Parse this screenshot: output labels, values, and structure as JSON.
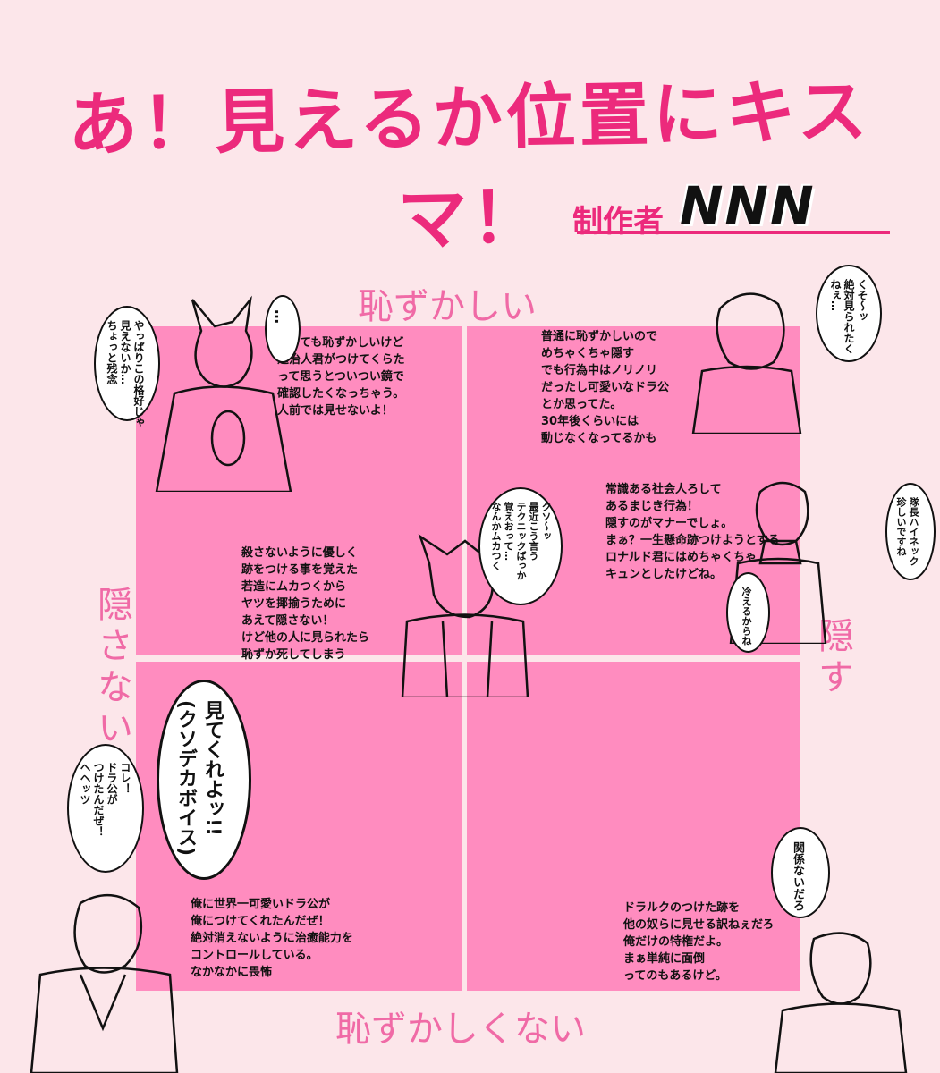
{
  "title": "あ！見えるか位置にキスマ！",
  "creator": {
    "label": "制作者",
    "name": "NNN"
  },
  "axes": {
    "top": "恥ずかしい",
    "bottom": "恥ずかしくない",
    "left": "隠さない",
    "right": "隠す"
  },
  "quadrants": {
    "top_left": {
      "text": "とっても恥ずかしいけど\n退治人君がつけてくらた\nって思うとついつい鏡で\n確認したくなっちゃう。\n人前では見せないよ！",
      "bubbles": [
        "…",
        "やっぱりこの格好じゃ\n見えないか…\nちょっと残念"
      ]
    },
    "top_right": {
      "text": "普通に恥ずかしいので\nめちゃくちゃ隠す\nでも行為中はノリノリ\nだったし可愛いなドラ公\nとか思ってた。\n30年後くらいには\n動じなくなってるかも",
      "bubbles": [
        "くそ〜ッ\n絶対見られたく\nねぇ…"
      ]
    },
    "middle_left": {
      "text": "殺さないように優しく\n跡をつける事を覚えた\n若造にムカつくから\nヤツを揶揄うために\nあえて隠さない！\nけど他の人に見られたら\n恥ずか死してしまう",
      "bubbles": [
        "クソ〜ッ\n最近こう言う\nテクニックばっか\n覚えおって…\nなんかムカつく"
      ]
    },
    "middle_right": {
      "text": "常識ある社会人ろして\nあるまじき行為！\n隠すのがマナーでしょ。\nまぁ？一生懸命跡つけようとする\nロナルド君にはめちゃくちゃ\nキュンとしたけどね。",
      "bubbles": [
        "隊長ハイネック\n珍しいですね",
        "冷えるからね"
      ]
    },
    "bottom_left": {
      "text": "俺に世界一可愛いドラ公が\n俺につけてくれたんだぜ！\n絶対消えないように治癒能力を\nコントロールしている。\nなかなかに畏怖",
      "bubbles": [
        "見てくれよッ!!\n(クソデカボイス)",
        "コレ！\nドラ公が\nつけたんだぜ！\nヘヘッツ"
      ]
    },
    "bottom_right": {
      "text": "ドラルクのつけた跡を\n他の奴らに見せる訳ねぇだろ\n俺だけの特権だよ。\nまぁ単純に面倒\nってのもあるけど。",
      "bubbles": [
        "関係ないだろ"
      ]
    }
  },
  "colors": {
    "background": "#fce6ea",
    "quadrant": "#ff8cbf",
    "accent": "#ec2a7c",
    "axis_label": "#f06aa6"
  }
}
